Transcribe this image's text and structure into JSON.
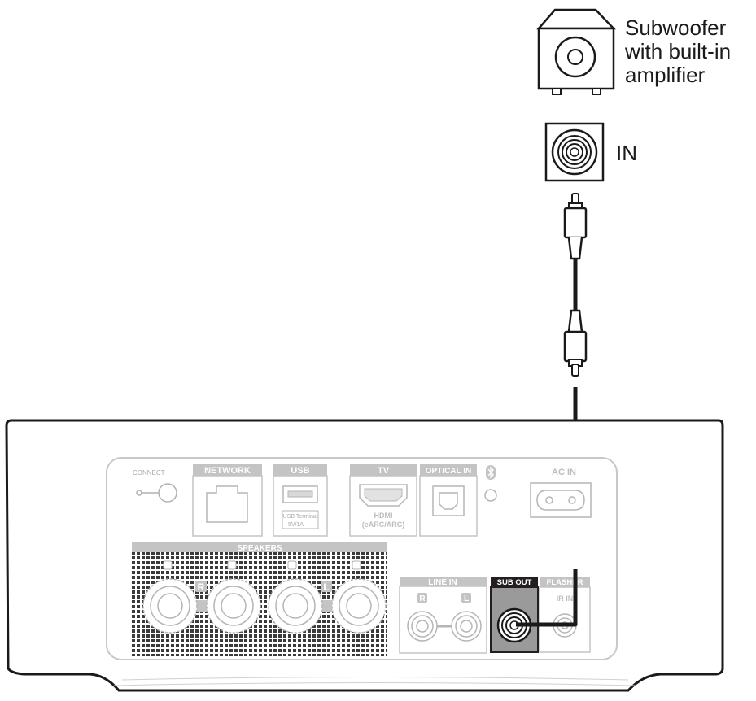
{
  "subwoofer": {
    "label_line1": "Subwoofer",
    "label_line2": "with built-in",
    "label_line3": "amplifier"
  },
  "input_jack": {
    "label": "IN"
  },
  "device": {
    "connect_label": "CONNECT",
    "network_label": "NETWORK",
    "usb_label": "USB",
    "usb_terminal_line1": "USB Terminal",
    "usb_terminal_line2": "5V/1A",
    "tv_label": "TV",
    "hdmi_line1": "HDMI",
    "hdmi_line2": "(eARC/ARC)",
    "optical_label": "OPTICAL IN",
    "ac_label": "AC IN",
    "speakers_label": "SPEAKERS",
    "speaker_r": "R",
    "speaker_l": "L",
    "line_in_label": "LINE IN",
    "line_in_r": "R",
    "line_in_l": "L",
    "sub_out_label": "SUB OUT",
    "flasher_label": "FLASHER",
    "ir_in_label": "IR IN"
  },
  "colors": {
    "outline": "#1a1a1a",
    "panel": "#c8c8c8",
    "highlight": "#231f20",
    "tag_grey": "#c4c4c4"
  }
}
